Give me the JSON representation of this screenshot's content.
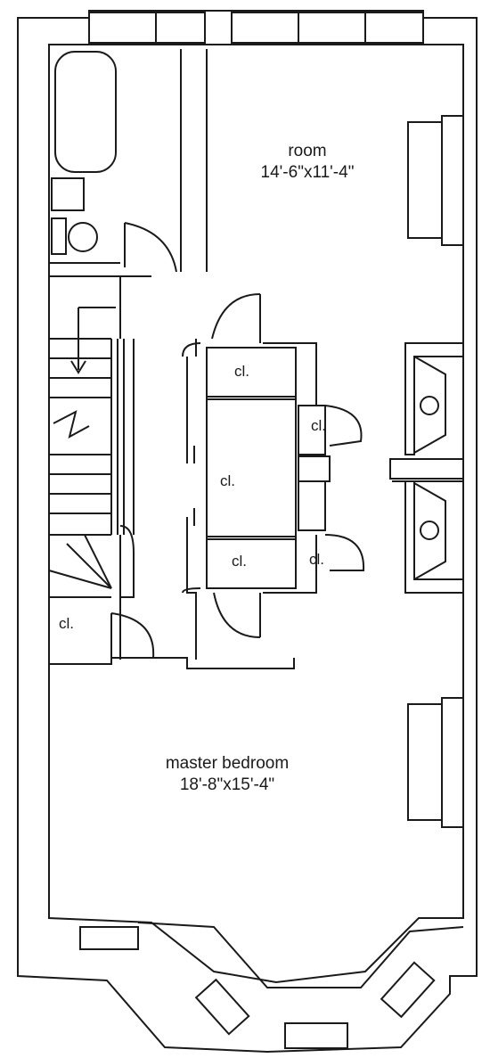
{
  "rooms": {
    "room": {
      "name": "room",
      "dims": "14'-6\"x11'-4\""
    },
    "master": {
      "name": "master bedroom",
      "dims": "18'-8\"x15'-4\""
    }
  },
  "closets": {
    "cl1": "cl.",
    "cl2": "cl.",
    "cl3": "cl.",
    "cl4": "cl.",
    "cl5": "cl.",
    "cl6": "cl."
  },
  "colors": {
    "line": "#1a1a1a",
    "paper": "#ffffff"
  }
}
